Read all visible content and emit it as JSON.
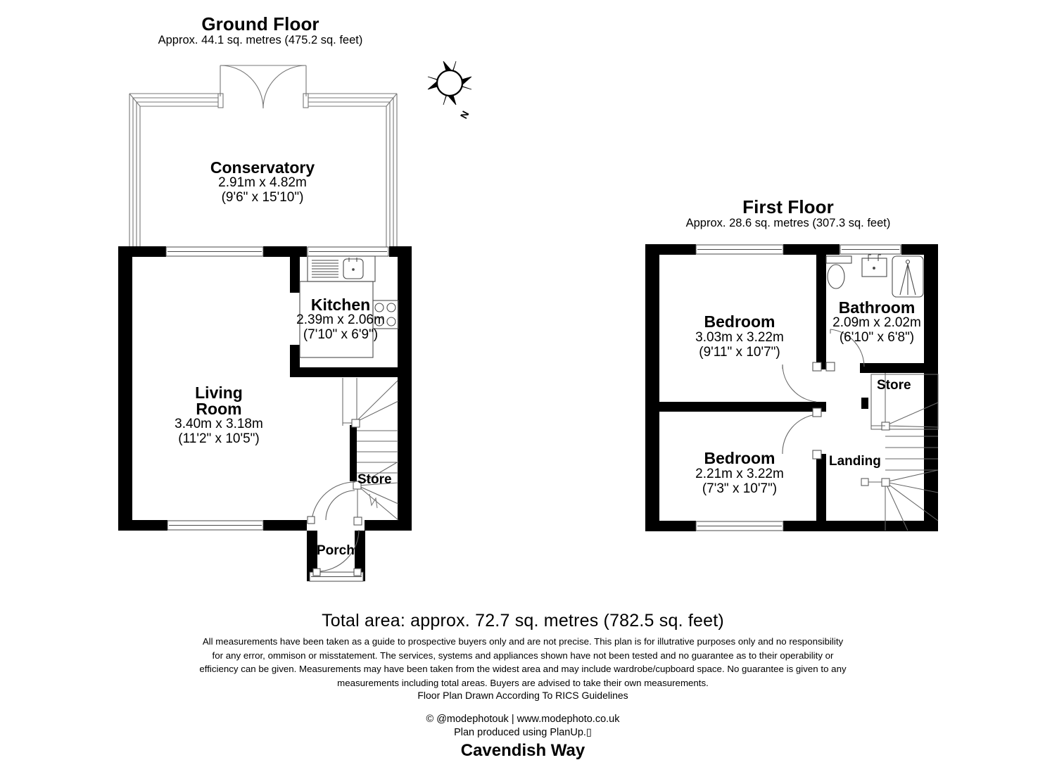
{
  "document": {
    "address": "Cavendish Way",
    "total_area": "Total area: approx. 72.7 sq. metres (782.5 sq. feet)",
    "disclaimer_lines": [
      "All measurements have been taken as a guide to prospective buyers only and are not precise. This plan is for illutrative purposes only and no responsibility",
      "for any error, ommison or misstatement. The services, systems and appliances shown have not been tested and no guarantee as to their operability or",
      "efficiency can be given. Measurements may have been taken from the widest area and may include wardrobe/cupboard space. No guarantee is given to any",
      "measurements including total areas. Buyers are advised to take their own measurements."
    ],
    "rics_note": "Floor Plan Drawn According To RICS Guidelines",
    "copyright": "© @modephotouk | www.modephoto.co.uk",
    "producer": "Plan produced using PlanUp.▯"
  },
  "compass": {
    "label": "N"
  },
  "floors": [
    {
      "id": "ground",
      "title": "Ground Floor",
      "subtitle": "Approx. 44.1 sq. metres (475.2 sq. feet)",
      "rooms": [
        {
          "id": "conservatory",
          "name": "Conservatory",
          "dim_metric": "2.91m x 4.82m",
          "dim_imperial": "(9'6\" x 15'10\")"
        },
        {
          "id": "kitchen",
          "name": "Kitchen",
          "dim_metric": "2.39m x 2.06m",
          "dim_imperial": "(7'10\" x 6'9\")"
        },
        {
          "id": "living-room",
          "name": "Living",
          "name2": "Room",
          "dim_metric": "3.40m x 3.18m",
          "dim_imperial": "(11'2\" x 10'5\")"
        },
        {
          "id": "store-ground",
          "name": "Store"
        },
        {
          "id": "porch",
          "name": "Porch"
        }
      ]
    },
    {
      "id": "first",
      "title": "First Floor",
      "subtitle": "Approx. 28.6 sq. metres (307.3 sq. feet)",
      "rooms": [
        {
          "id": "bedroom-1",
          "name": "Bedroom",
          "dim_metric": "3.03m x 3.22m",
          "dim_imperial": "(9'11\" x 10'7\")"
        },
        {
          "id": "bathroom",
          "name": "Bathroom",
          "dim_metric": "2.09m x 2.02m",
          "dim_imperial": "(6'10\" x 6'8\")"
        },
        {
          "id": "bedroom-2",
          "name": "Bedroom",
          "dim_metric": "2.21m x 3.22m",
          "dim_imperial": "(7'3\" x 10'7\")"
        },
        {
          "id": "store-first",
          "name": "Store"
        },
        {
          "id": "landing",
          "name": "Landing"
        }
      ]
    }
  ],
  "colors": {
    "wall": "#000000",
    "background": "#ffffff",
    "thin_line": "#000000",
    "fixture_line": "#555555"
  }
}
